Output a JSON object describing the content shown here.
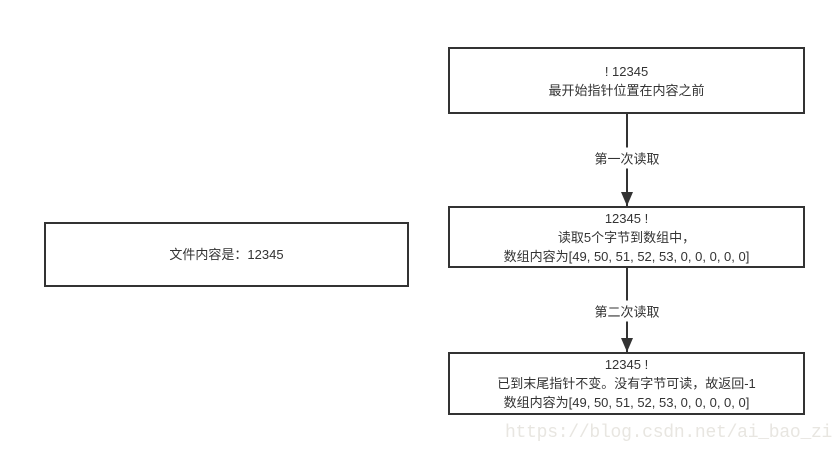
{
  "colors": {
    "border": "#333333",
    "text": "#333333",
    "watermark": "#e8e6e1",
    "background": "#ffffff"
  },
  "side_note": {
    "text": "文件内容是：12345"
  },
  "flow": {
    "nodes": [
      {
        "id": "step1",
        "lines": [
          "! 12345",
          "最开始指针位置在内容之前"
        ]
      },
      {
        "id": "step2",
        "lines": [
          "12345 !",
          "读取5个字节到数组中，",
          "数组内容为[49, 50, 51, 52, 53, 0, 0, 0, 0, 0]"
        ]
      },
      {
        "id": "step3",
        "lines": [
          "12345 !",
          "已到末尾指针不变。没有字节可读，故返回-1",
          "数组内容为[49, 50, 51, 52, 53, 0, 0, 0, 0, 0]"
        ]
      }
    ],
    "edges": [
      {
        "label": "第一次读取"
      },
      {
        "label": "第二次读取"
      }
    ]
  },
  "watermark": {
    "text": "https://blog.csdn.net/ai_bao_zi"
  }
}
